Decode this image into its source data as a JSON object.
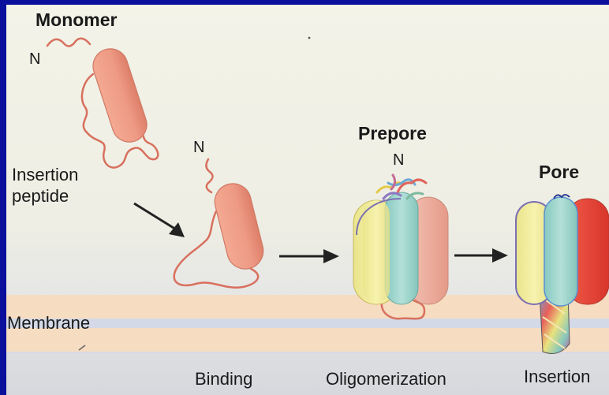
{
  "labels": {
    "monomer": "Monomer",
    "prepore": "Prepore",
    "pore": "Pore",
    "n_monomer": "N",
    "n_binding": "N",
    "n_prepore": "N",
    "insertion_peptide_line1": "Insertion",
    "insertion_peptide_line2": "peptide",
    "membrane": "Membrane"
  },
  "stages": {
    "binding": "Binding",
    "oligomerization": "Oligomerization",
    "insertion": "Insertion"
  },
  "colors": {
    "border": "#0a0f9c",
    "background": "#f0f0e6",
    "membrane": "#f7dcc0",
    "membrane_band": "#d5dae6",
    "protein_salmon": "#ee9a84",
    "loop_outline": "#d8705e",
    "subunit_yellow": "#f3ee9e",
    "subunit_teal": "#9fd6cf",
    "subunit_red": "#e8463a",
    "subunit_pink": "#f0b5a8",
    "arrow": "#222222"
  }
}
